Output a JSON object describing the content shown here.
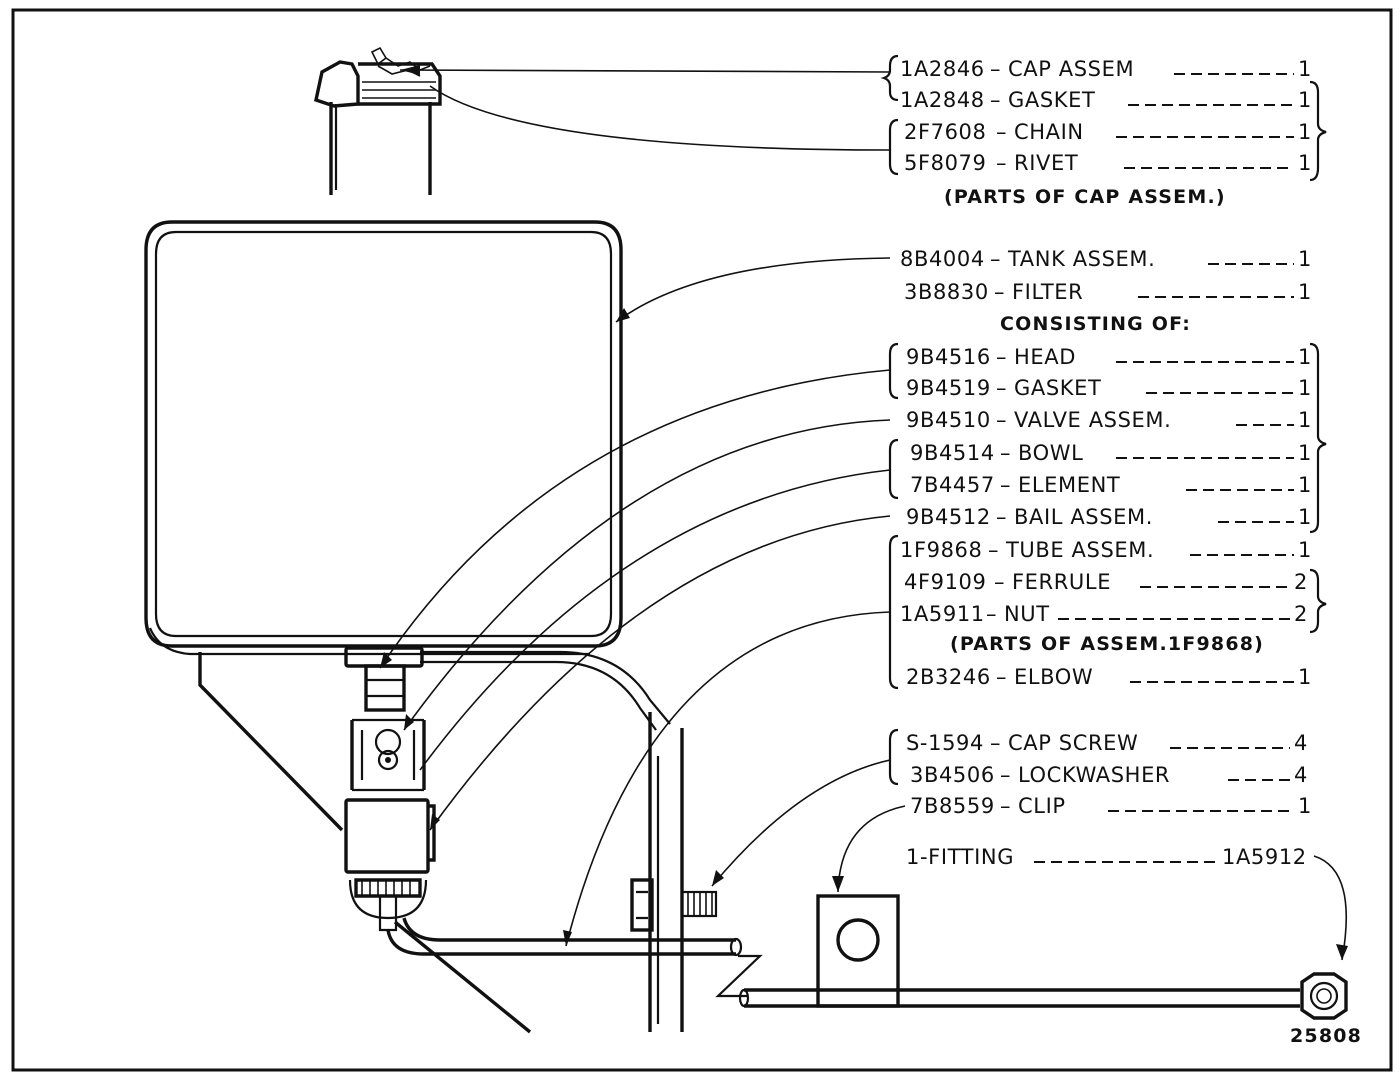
{
  "parts": [
    {
      "id": "cap-assem",
      "number": "1A2846",
      "name": "CAP ASSEM",
      "qty": "1"
    },
    {
      "id": "gasket-cap",
      "number": "1A2848",
      "name": "GASKET",
      "qty": "1"
    },
    {
      "id": "chain",
      "number": "2F7608",
      "name": "CHAIN",
      "qty": "1"
    },
    {
      "id": "rivet",
      "number": "5F8079",
      "name": "RIVET",
      "qty": "1"
    },
    {
      "id": "tank-assem",
      "number": "8B4004",
      "name": "TANK ASSEM.",
      "qty": "1"
    },
    {
      "id": "filter",
      "number": "3B8830",
      "name": "FILTER",
      "qty": "1"
    },
    {
      "id": "head",
      "number": "9B4516",
      "name": "HEAD",
      "qty": "1"
    },
    {
      "id": "gasket-filter",
      "number": "9B4519",
      "name": "GASKET",
      "qty": "1"
    },
    {
      "id": "valve-assem",
      "number": "9B4510",
      "name": "VALVE ASSEM.",
      "qty": "1"
    },
    {
      "id": "bowl",
      "number": "9B4514",
      "name": "BOWL",
      "qty": "1"
    },
    {
      "id": "element",
      "number": "7B4457",
      "name": "ELEMENT",
      "qty": "1"
    },
    {
      "id": "bail-assem",
      "number": "9B4512",
      "name": "BAIL ASSEM.",
      "qty": "1"
    },
    {
      "id": "tube-assem",
      "number": "1F9868",
      "name": "TUBE ASSEM.",
      "qty": "1"
    },
    {
      "id": "ferrule",
      "number": "4F9109",
      "name": "FERRULE",
      "qty": "2"
    },
    {
      "id": "nut",
      "number": "1A5911",
      "name": "NUT",
      "qty": "2"
    },
    {
      "id": "elbow",
      "number": "2B3246",
      "name": "ELBOW",
      "qty": "1"
    },
    {
      "id": "cap-screw",
      "number": "S-1594",
      "name": "CAP SCREW",
      "qty": "4"
    },
    {
      "id": "lockwasher",
      "number": "3B4506",
      "name": "LOCKWASHER",
      "qty": "4"
    },
    {
      "id": "clip",
      "number": "7B8559",
      "name": "CLIP",
      "qty": "1"
    }
  ],
  "notes": {
    "cap_parts": "(PARTS OF CAP ASSEM.)",
    "consisting_of": "CONSISTING OF:",
    "tube_parts": "(PARTS OF ASSEM.1F9868)"
  },
  "fitting": {
    "label": "1-FITTING",
    "number": "1A5912"
  },
  "figure_number": "25808"
}
